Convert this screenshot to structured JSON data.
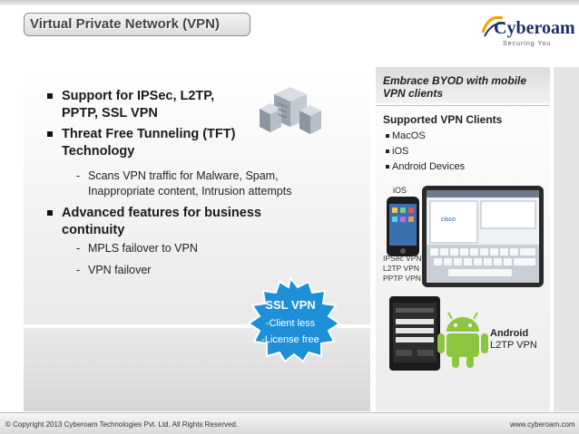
{
  "slide": {
    "title": "Virtual Private Network (VPN)"
  },
  "logo": {
    "brand": "Cyberoam",
    "tagline": "Securing You"
  },
  "left": {
    "bullets": [
      {
        "line1": "Support for IPSec, L2TP,",
        "line2": "PPTP, SSL VPN"
      },
      {
        "line1": "Threat Free Tunneling (TFT)",
        "line2": "Technology"
      },
      {
        "line1": "Advanced features for business",
        "line2": "continuity"
      }
    ],
    "sub_tft": {
      "dash": "-",
      "line1": "Scans VPN traffic for Malware, Spam,",
      "line2": "Inappropriate content, Intrusion attempts"
    },
    "sub_continuity": [
      {
        "dash": "-",
        "text": "MPLS failover to VPN"
      },
      {
        "dash": "-",
        "text": "VPN failover"
      }
    ]
  },
  "ssl_badge": {
    "title": "SSL VPN",
    "line1": "-Client less",
    "line2": "-License free"
  },
  "right": {
    "title_line1": "Embrace BYOD with mobile",
    "title_line2": "VPN clients",
    "heading": "Supported VPN Clients",
    "clients": [
      "MacOS",
      "iOS",
      "Android Devices"
    ],
    "ios_label": "iOS",
    "ios_vpn": [
      "IPSec VPN",
      "L2TP VPN",
      "PPTP VPN"
    ],
    "android_title": "Android",
    "android_sub": "L2TP VPN"
  },
  "footer": {
    "copyright": "© Copyright 2013 Cyberoam Technologies Pvt. Ltd. All Rights Reserved.",
    "url": "www.cyberoam.com"
  },
  "colors": {
    "ssl_badge": "#1e90d8",
    "brand_navy": "#1d2f6a",
    "android_green": "#8cc63f"
  },
  "icons": {
    "server": "server-cluster-icon",
    "ssl_badge": "starburst-badge-icon",
    "iphone": "iphone-icon",
    "ipad": "ipad-icon",
    "android_phone": "android-phone-icon",
    "android_robot": "android-robot-icon",
    "logo_mark": "cyberoam-logo-icon"
  }
}
